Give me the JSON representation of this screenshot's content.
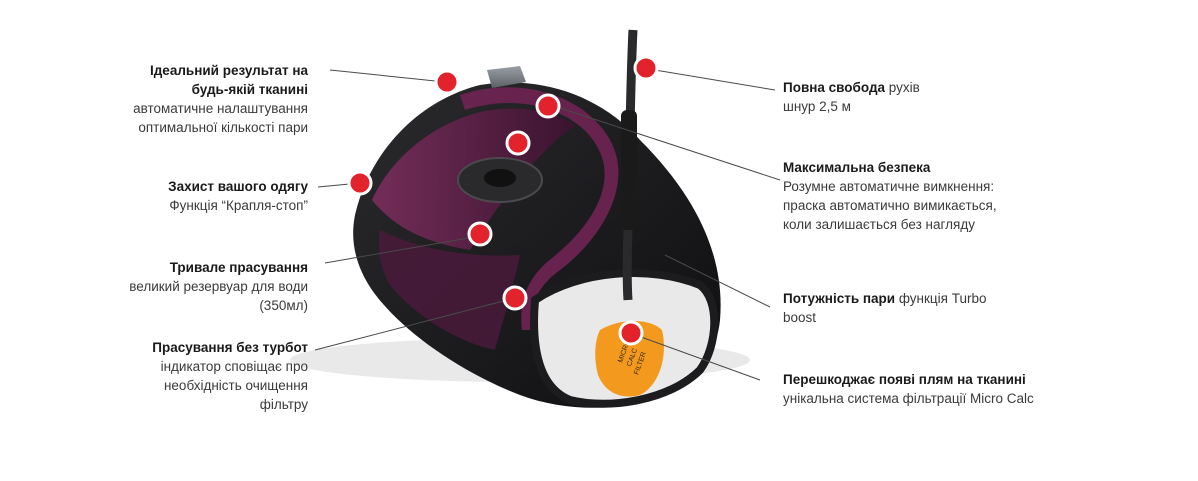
{
  "left": [
    {
      "title_lines": [
        "Ідеальний результат на",
        "будь-якій тканині"
      ],
      "desc_lines": [
        "автоматичне налаштування",
        "оптимальної кількості пари"
      ]
    },
    {
      "title_lines": [
        "Захист вашого одягу"
      ],
      "desc_lines": [
        "Функція “Крапля-стоп”"
      ]
    },
    {
      "title_lines": [
        "Тривале прасування"
      ],
      "desc_lines": [
        "великий резервуар для води",
        "(350мл)"
      ]
    },
    {
      "title_lines": [
        "Прасування без турбот"
      ],
      "desc_lines": [
        "індикатор сповіщає про",
        "необхідність очищення",
        "фільтру"
      ]
    }
  ],
  "right": [
    {
      "title": "Повна свобода",
      "title_tail": " рухів",
      "desc_lines": [
        "шнур 2,5 м"
      ]
    },
    {
      "title": "Максимальна безпека",
      "title_tail": "",
      "desc_lines": [
        "Розумне автоматичне вимкнення:",
        "праска автоматично вимикається,",
        "коли залишається без нагляду"
      ]
    },
    {
      "title": "Потужність пари",
      "title_tail": " функція Turbo",
      "desc_lines": [
        "boost"
      ]
    },
    {
      "title": "Перешкоджає появі плям на тканині",
      "title_tail": "",
      "desc_lines": [
        "унікальна система фільтрації Micro Calc"
      ]
    }
  ],
  "product_text": {
    "filter_label_lines": [
      "MICRO",
      "CALC",
      "FILTER"
    ]
  },
  "colors": {
    "marker": "#e3232c",
    "body_dark": "#1c1c1e",
    "plum": "#5b1f45",
    "accent_orange": "#f39a1e"
  }
}
